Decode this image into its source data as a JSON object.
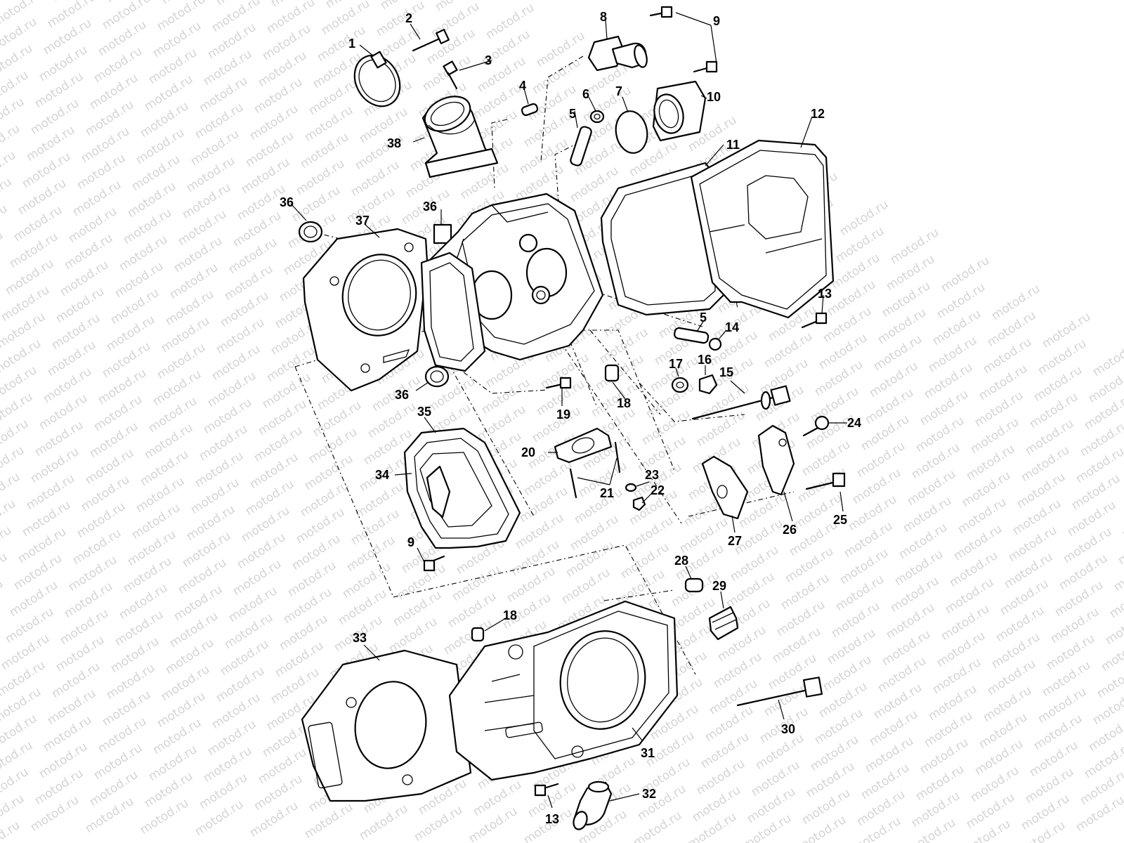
{
  "watermark": "motod.ru",
  "labels": {
    "l1": "1",
    "l2": "2",
    "l3": "3",
    "l4": "4",
    "l5a": "5",
    "l5b": "5",
    "l6": "6",
    "l7": "7",
    "l8": "8",
    "l9a": "9",
    "l9b": "9",
    "l10": "10",
    "l11": "11",
    "l12": "12",
    "l13a": "13",
    "l13b": "13",
    "l14": "14",
    "l15": "15",
    "l16": "16",
    "l17": "17",
    "l18a": "18",
    "l18b": "18",
    "l19": "19",
    "l20": "20",
    "l21": "21",
    "l22": "22",
    "l23": "23",
    "l24": "24",
    "l25": "25",
    "l26": "26",
    "l27": "27",
    "l28": "28",
    "l29": "29",
    "l30": "30",
    "l31": "31",
    "l32": "32",
    "l33": "33",
    "l34": "34",
    "l35": "35",
    "l36a": "36",
    "l36b": "36",
    "l36c": "36",
    "l37": "37",
    "l38": "38"
  }
}
